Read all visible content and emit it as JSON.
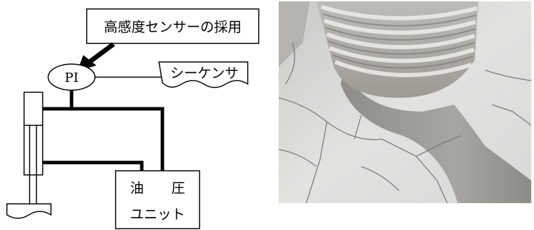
{
  "diagram": {
    "sensor_box_label": "高感度センサーの採用",
    "gauge_label": "PI",
    "sequencer_label": "シーケンサ",
    "unit_label_line1": "油　　圧",
    "unit_label_line2": "ユニット"
  },
  "photo": {
    "description_icon": "cracked-surface-photo"
  }
}
